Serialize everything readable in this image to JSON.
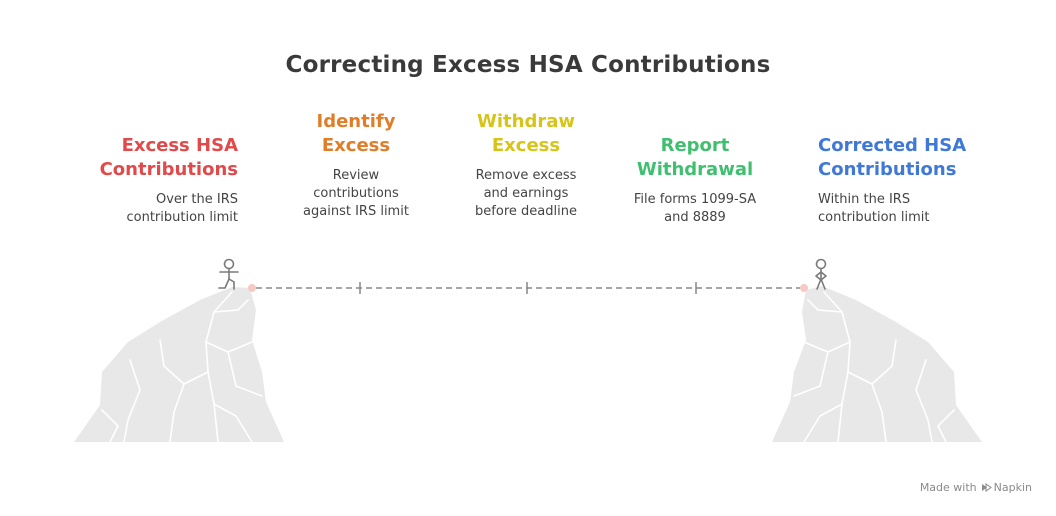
{
  "title": "Correcting Excess HSA Contributions",
  "colors": {
    "step1": "#e04a4a",
    "step2": "#e07d28",
    "step3": "#d6c41a",
    "step4": "#3fbf6f",
    "step5": "#3f78d6",
    "rock": "#e8e8e8",
    "path": "#888888"
  },
  "steps": [
    {
      "title_lines": [
        "Excess HSA",
        "Contributions"
      ],
      "desc_lines": [
        "Over the IRS",
        "contribution limit"
      ]
    },
    {
      "title_lines": [
        "Identify",
        "Excess"
      ],
      "desc_lines": [
        "Review",
        "contributions",
        "against IRS limit"
      ]
    },
    {
      "title_lines": [
        "Withdraw",
        "Excess"
      ],
      "desc_lines": [
        "Remove excess",
        "and earnings",
        "before deadline"
      ]
    },
    {
      "title_lines": [
        "Report",
        "Withdrawal"
      ],
      "desc_lines": [
        "File forms 1099-SA",
        "and 8889"
      ]
    },
    {
      "title_lines": [
        "Corrected HSA",
        "Contributions"
      ],
      "desc_lines": [
        "Within the IRS",
        "contribution limit"
      ]
    }
  ],
  "watermark": {
    "prefix": "Made with",
    "brand": "Napkin"
  }
}
